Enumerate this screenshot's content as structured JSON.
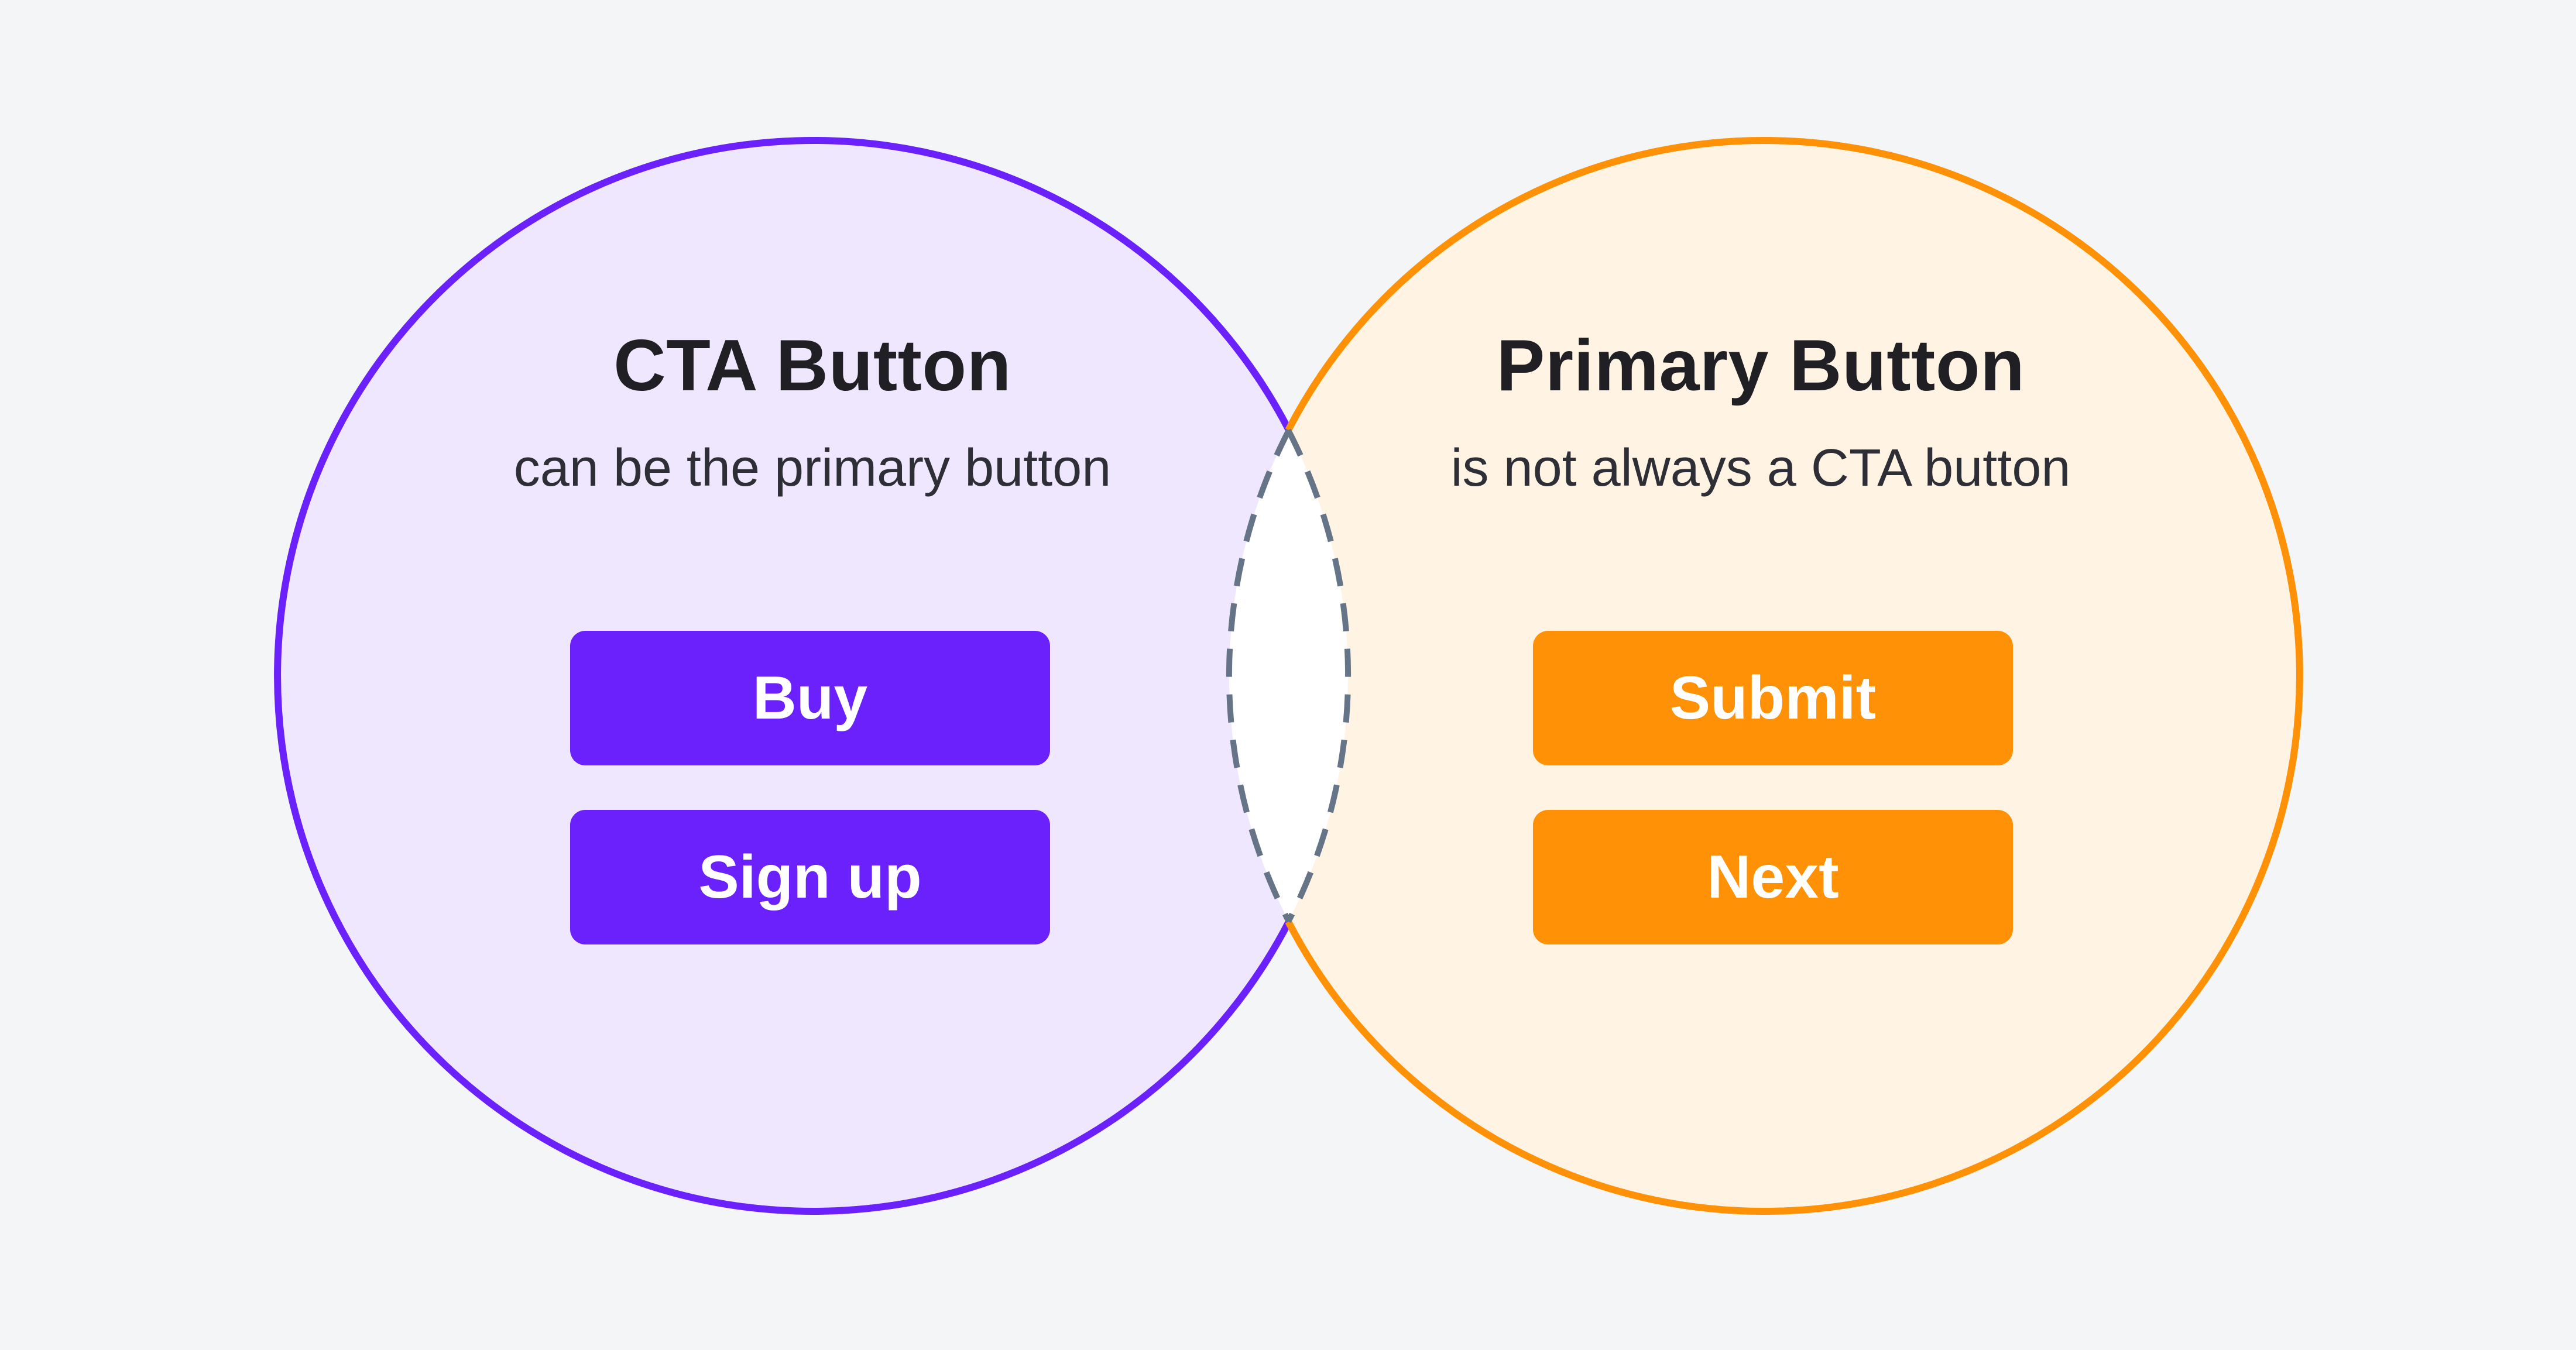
{
  "colors": {
    "background": "#f4f5f7",
    "cta_fill": "#efe7fd",
    "cta_stroke": "#6a21fb",
    "primary_fill": "#fff3e3",
    "primary_stroke": "#ff9106",
    "overlap_fill": "#ffffff",
    "overlap_dash": "#667487",
    "title_text": "#1f1f24",
    "button_text": "#ffffff"
  },
  "left_set": {
    "title": "CTA Button",
    "subtitle": "can be the primary button",
    "buttons": [
      {
        "label": "Buy"
      },
      {
        "label": "Sign up"
      }
    ]
  },
  "right_set": {
    "title": "Primary Button",
    "subtitle": "is not always a CTA button",
    "buttons": [
      {
        "label": "Submit"
      },
      {
        "label": "Next"
      }
    ]
  }
}
